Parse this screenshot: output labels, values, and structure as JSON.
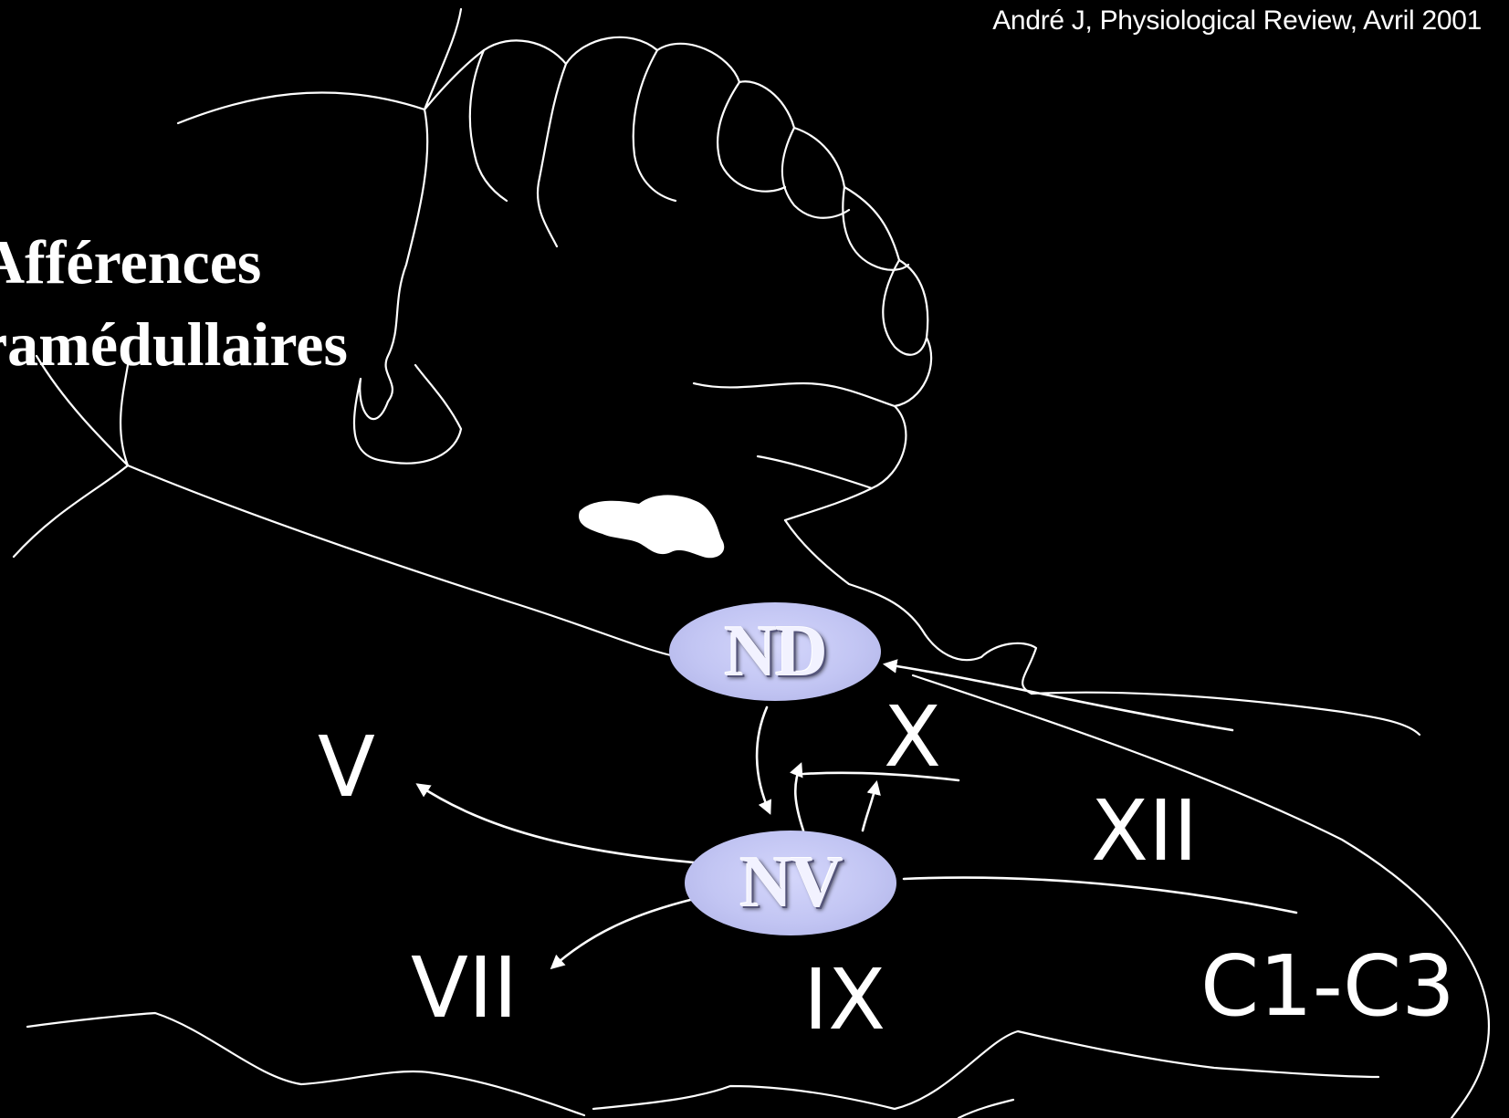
{
  "citation": "André J, Physiological Review, Avril 2001",
  "afferents": {
    "line1": "Afférences",
    "line2": "ramédullaires"
  },
  "nuclei": {
    "nd": "ND",
    "nv": "NV",
    "fill_color": "#c2c5f3"
  },
  "nerves": {
    "v": "V",
    "vii": "VII",
    "ix": "IX",
    "x": "X",
    "xii": "XII",
    "c1c3": "C1-C3"
  },
  "colors": {
    "background": "#000000",
    "lines": "#ffffff"
  }
}
